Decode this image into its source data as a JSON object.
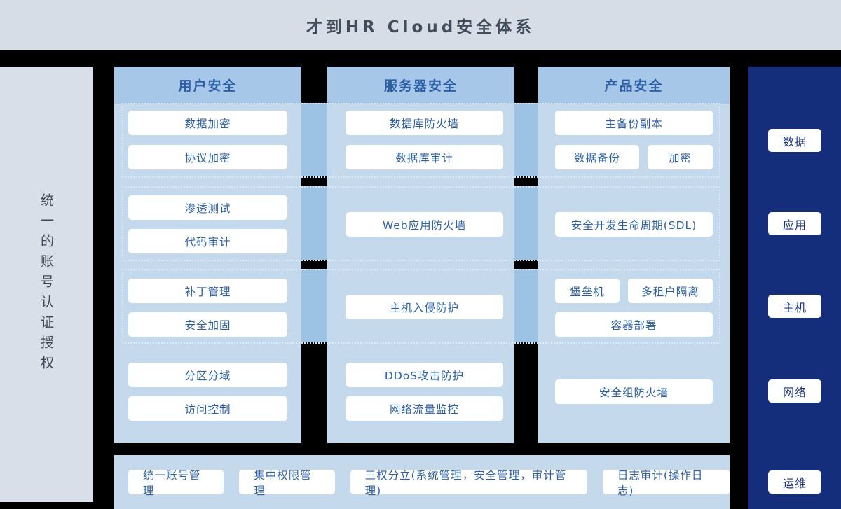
{
  "page": {
    "title": "才到HR Cloud安全体系"
  },
  "left_rail": {
    "label": "统一的账号认证授权"
  },
  "columns": [
    {
      "title": "用户安全",
      "rows": [
        {
          "items": [
            "数据加密",
            "协议加密"
          ]
        },
        {
          "items": [
            "渗透测试",
            "代码审计"
          ]
        },
        {
          "items": [
            "补丁管理",
            "安全加固"
          ]
        },
        {
          "items": [
            "分区分域",
            "访问控制"
          ]
        }
      ]
    },
    {
      "title": "服务器安全",
      "rows": [
        {
          "items": [
            "数据库防火墙",
            "数据库审计"
          ]
        },
        {
          "items": [
            "Web应用防火墙"
          ]
        },
        {
          "items": [
            "主机入侵防护"
          ]
        },
        {
          "items": [
            "DDoS攻击防护",
            "网络流量监控"
          ]
        }
      ]
    },
    {
      "title": "产品安全",
      "rows": [
        {
          "items": [
            "主备份副本",
            "数据备份",
            "加密"
          ]
        },
        {
          "items": [
            "安全开发生命周期(SDL)"
          ]
        },
        {
          "items": [
            "堡垒机",
            "多租户隔离",
            "容器部署"
          ]
        },
        {
          "items": [
            "安全组防火墙"
          ]
        }
      ]
    }
  ],
  "right_rail": {
    "labels": [
      "数据",
      "应用",
      "主机",
      "网络",
      "运维"
    ]
  },
  "bottom_bar": {
    "items": [
      "统一账号管理",
      "集中权限管理",
      "三权分立(系统管理，安全管理，审计管理)",
      "日志审计(操作日志)"
    ]
  },
  "colors": {
    "background": "#000000",
    "header_bg": "#d6dde6",
    "left_rail_bg": "#d9dfe9",
    "column_header_bg": "#a6c7e7",
    "column_body_bg": "#c5d9ed",
    "bridge_bg": "#9cc2e4",
    "right_rail_bg": "#152e7c",
    "item_text_blue": "#2b60a9",
    "title_text": "#414d5b"
  }
}
